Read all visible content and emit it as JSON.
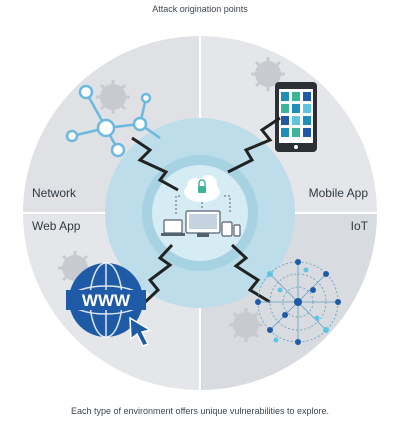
{
  "title": "Attack origination points",
  "caption": "Each type of environment offers unique vulnerabilities to explore.",
  "quadrants": {
    "network": "Network",
    "mobile": "Mobile App",
    "webapp": "Web App",
    "iot": "IoT"
  },
  "web_icon_text": "WWW",
  "colors": {
    "outer_ring": "#e1e3e7",
    "outer_ring_alt": "#d3d6db",
    "mid_ring": "#b8dbe7",
    "inner_ring": "#9fcfe0",
    "core": "#d8edf5",
    "accent_blue": "#1e5aa6",
    "node_blue": "#6bb9de",
    "bolt": "#222222",
    "virus": "#c9ccd1"
  },
  "icons": [
    "virus-icon",
    "network-graph-icon",
    "tablet-icon",
    "www-globe-icon",
    "cursor-icon",
    "iot-mesh-icon",
    "cloud-lock-icon",
    "devices-icon",
    "lightning-bolt-icon"
  ]
}
